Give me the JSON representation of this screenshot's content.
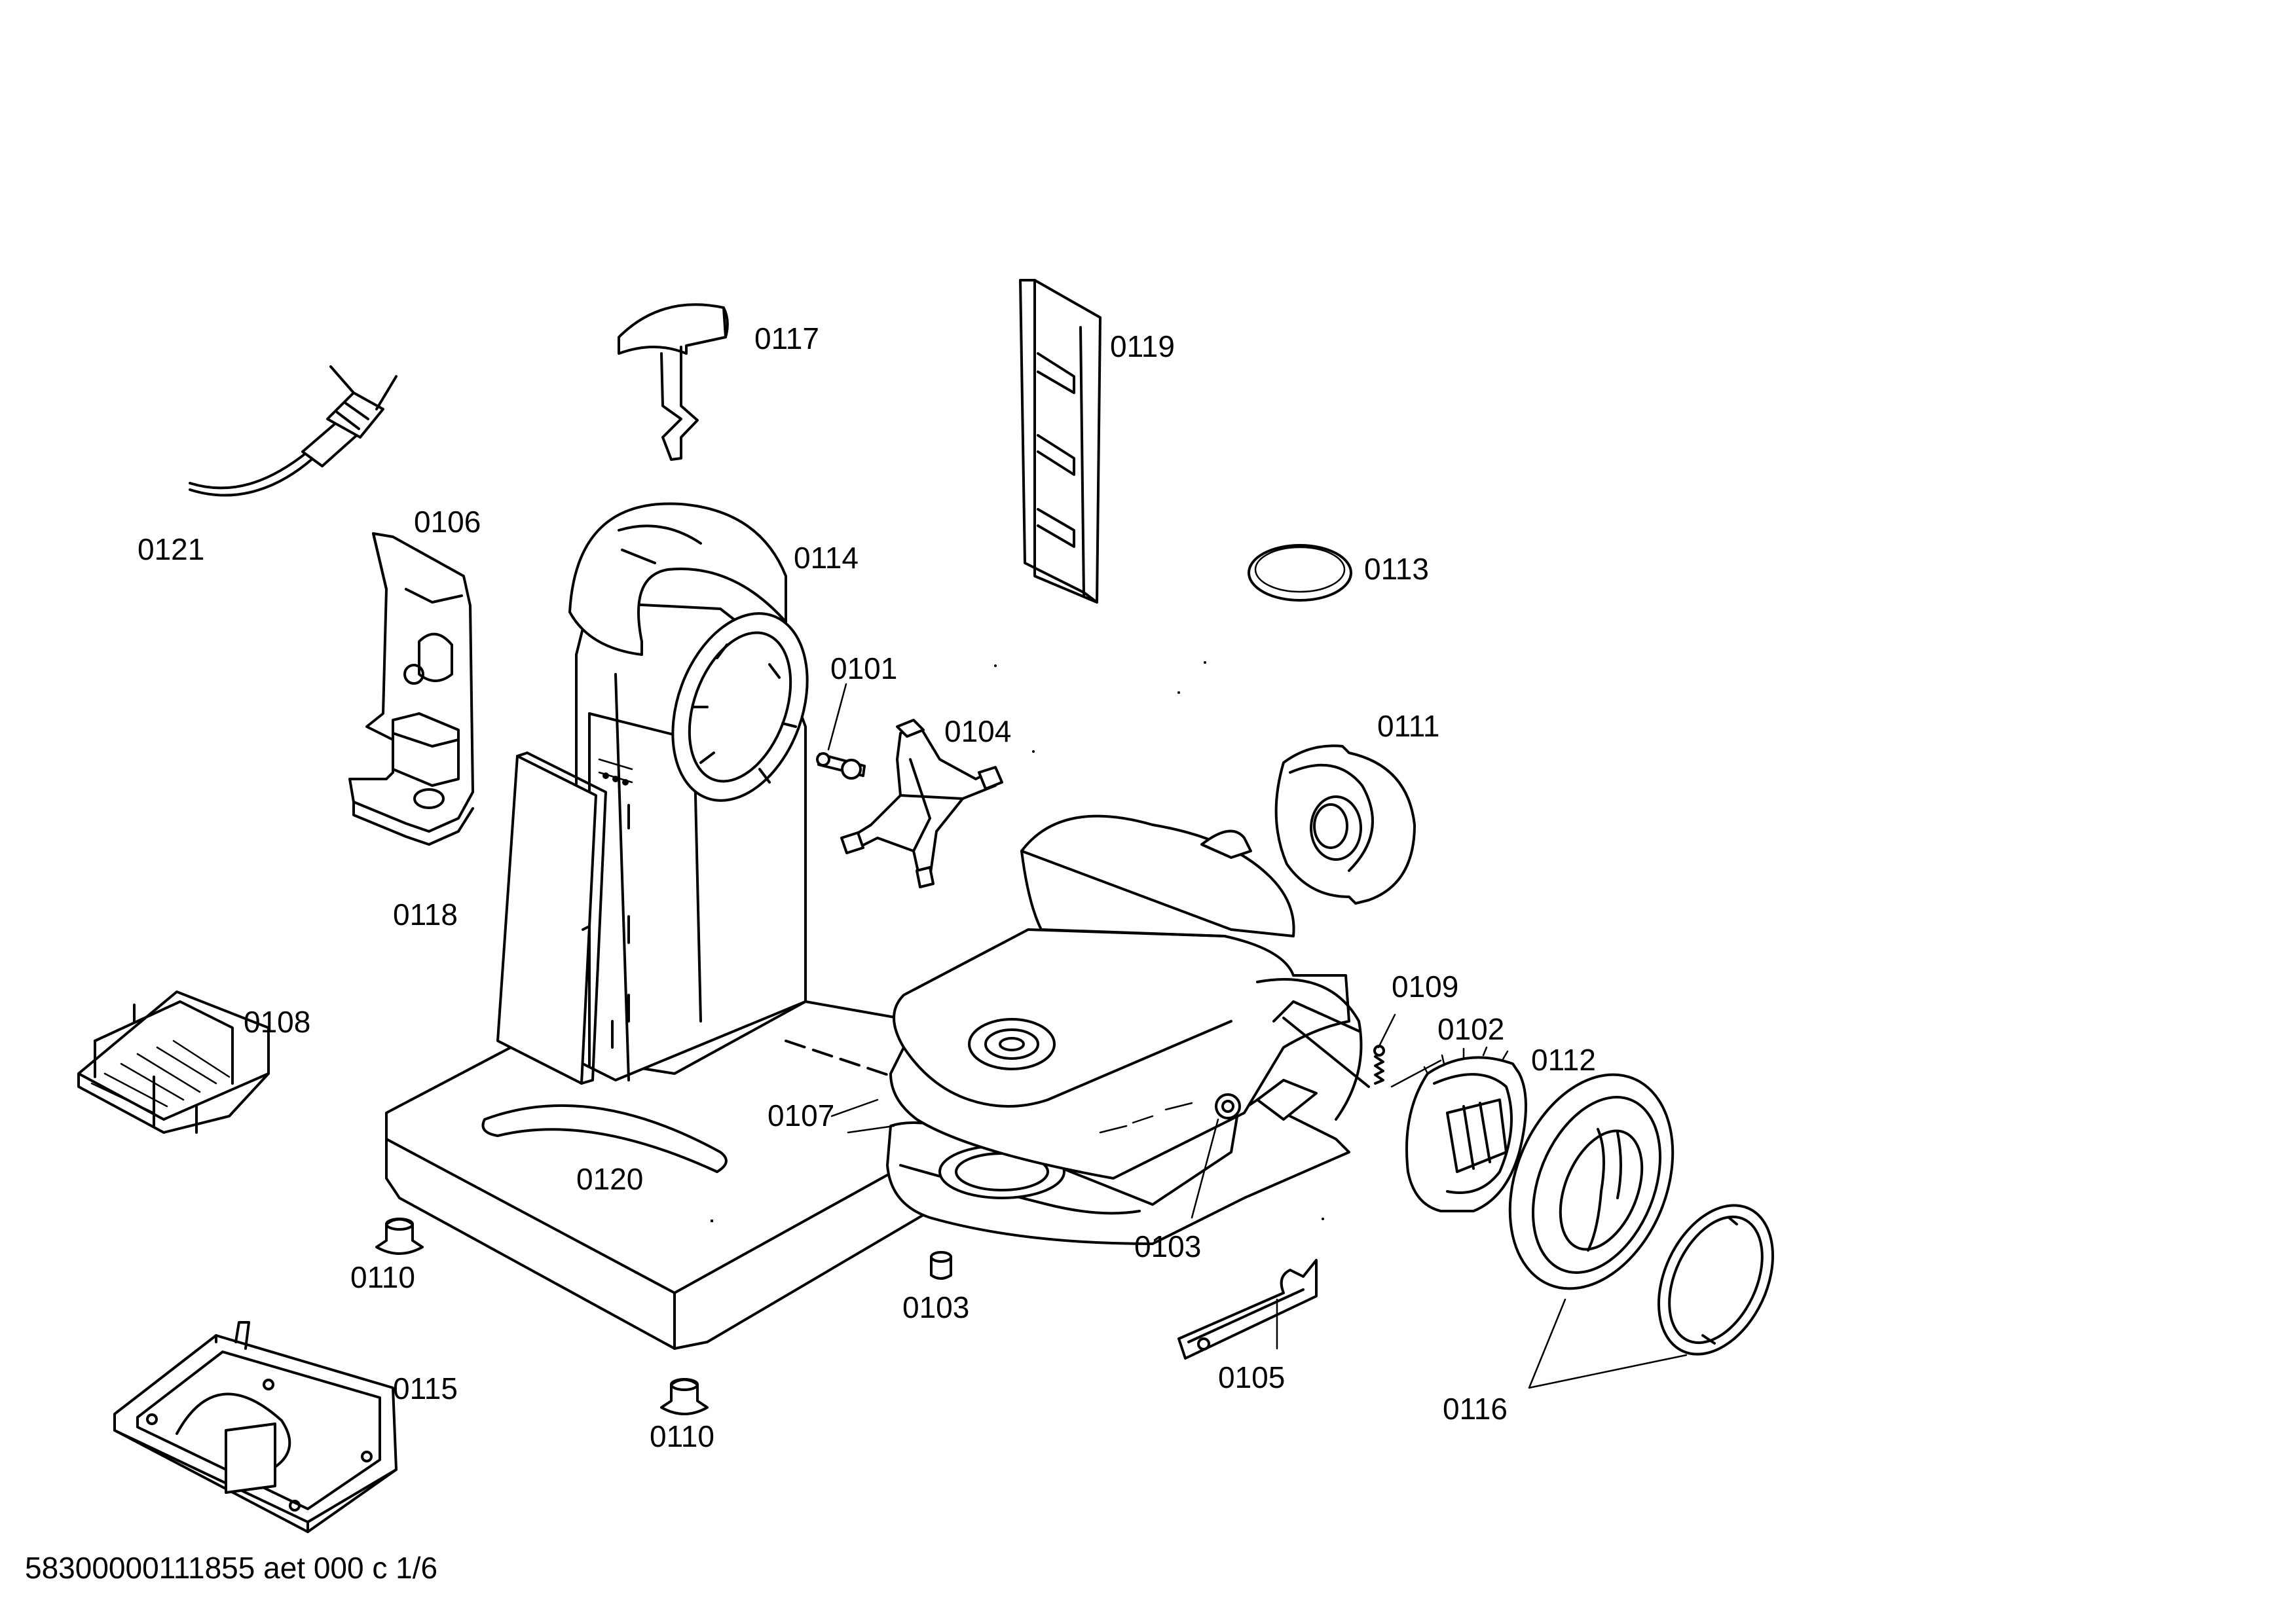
{
  "labels": {
    "p0101": "0101",
    "p0102": "0102",
    "p0103a": "0103",
    "p0103b": "0103",
    "p0104": "0104",
    "p0105": "0105",
    "p0106": "0106",
    "p0107": "0107",
    "p0108": "0108",
    "p0109": "0109",
    "p0110a": "0110",
    "p0110b": "0110",
    "p0111": "0111",
    "p0112": "0112",
    "p0113": "0113",
    "p0114": "0114",
    "p0115": "0115",
    "p0116": "0116",
    "p0117": "0117",
    "p0118": "0118",
    "p0119": "0119",
    "p0120": "0120",
    "p0121": "0121"
  },
  "footer": "58300000111855 aet 000 c 1/6"
}
